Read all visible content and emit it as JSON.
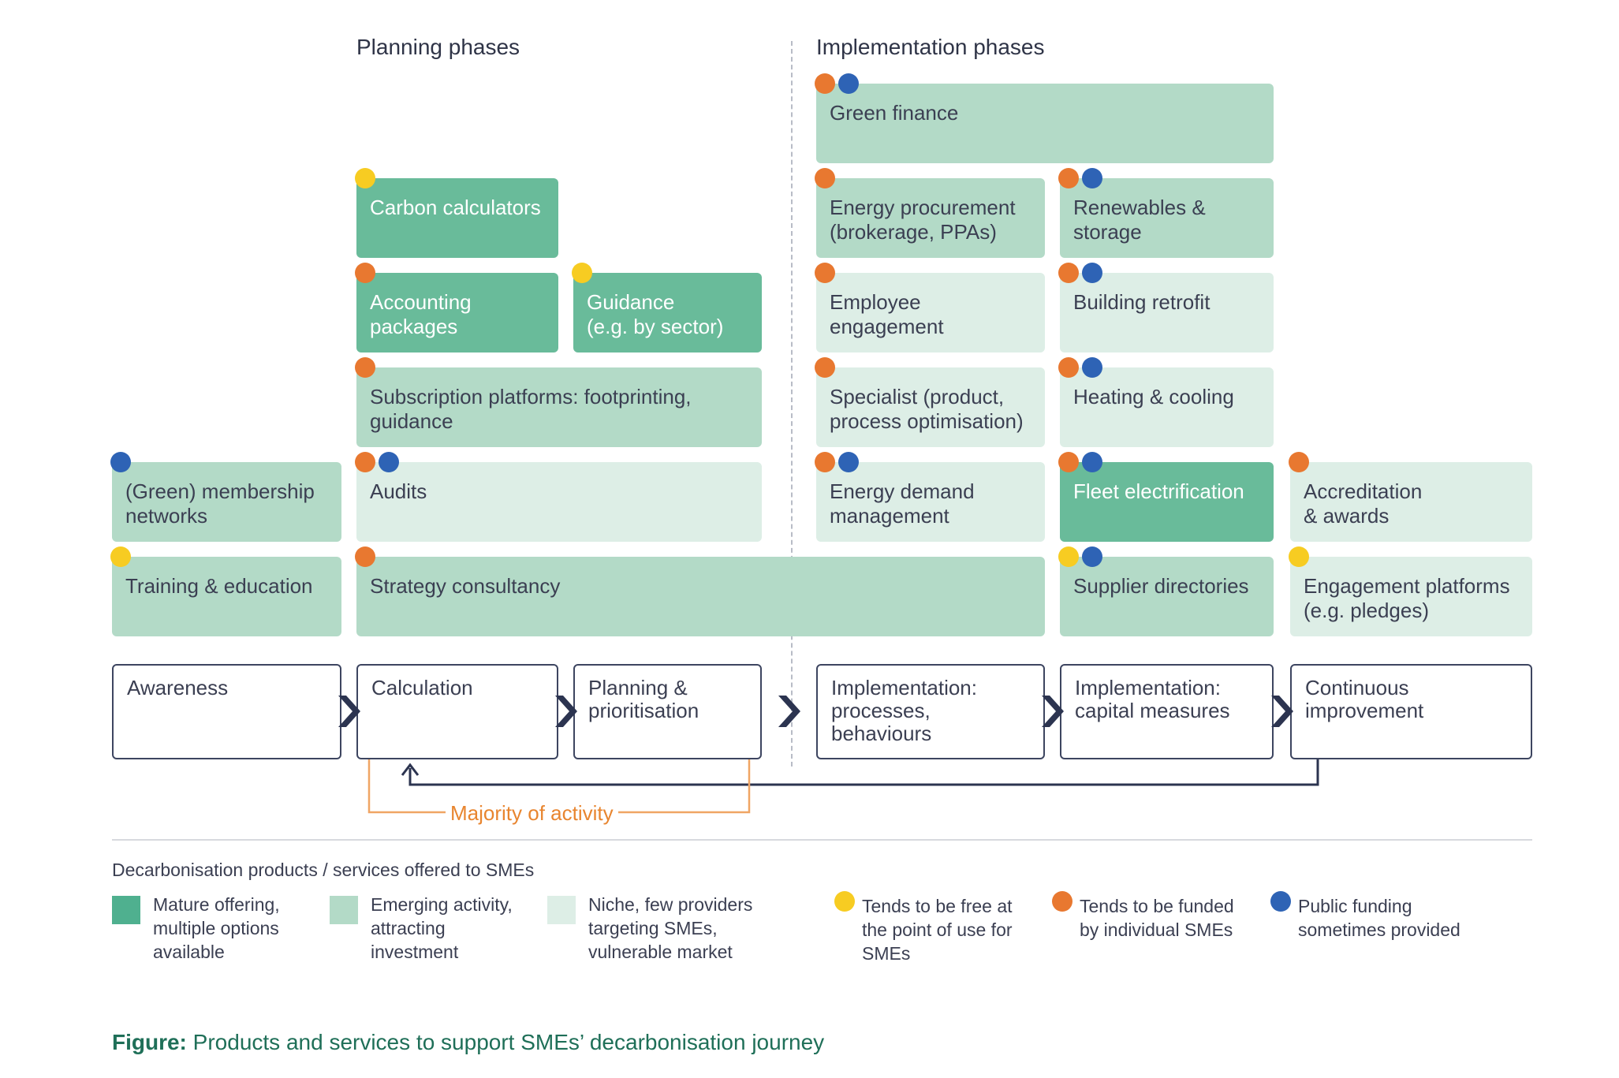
{
  "headers": {
    "planning": "Planning phases",
    "implementation": "Implementation phases"
  },
  "colors": {
    "mature": "#69bb9a",
    "emerging": "#b3dac7",
    "niche": "#ddeee6",
    "yellow": "#f7cc22",
    "orange": "#e87830",
    "blue": "#2e63b5",
    "caption": "#1f6f58"
  },
  "boxes": {
    "green_finance": {
      "label": "Green finance",
      "maturity": "emerging",
      "dots": [
        "orange",
        "blue"
      ]
    },
    "carbon_calculators": {
      "label": "Carbon calculators",
      "maturity": "mature",
      "dots": [
        "yellow"
      ]
    },
    "energy_procurement": {
      "label1": "Energy procurement",
      "label2": "(brokerage, PPAs)",
      "maturity": "emerging",
      "dots": [
        "orange"
      ]
    },
    "renewables": {
      "label1": "Renewables &",
      "label2": "storage",
      "maturity": "emerging",
      "dots": [
        "orange",
        "blue"
      ]
    },
    "accounting": {
      "label1": "Accounting",
      "label2": "packages",
      "maturity": "mature",
      "dots": [
        "orange"
      ]
    },
    "guidance": {
      "label1": "Guidance",
      "label2": "(e.g. by sector)",
      "maturity": "mature",
      "dots": [
        "yellow"
      ]
    },
    "employee": {
      "label1": "Employee",
      "label2": "engagement",
      "maturity": "niche",
      "dots": [
        "orange"
      ]
    },
    "building_retrofit": {
      "label": "Building retrofit",
      "maturity": "niche",
      "dots": [
        "orange",
        "blue"
      ]
    },
    "subscription": {
      "label1": "Subscription platforms: footprinting,",
      "label2": "guidance",
      "maturity": "emerging",
      "dots": [
        "orange"
      ]
    },
    "specialist": {
      "label1": "Specialist (product,",
      "label2": "process optimisation)",
      "maturity": "niche",
      "dots": [
        "orange"
      ]
    },
    "heating": {
      "label": "Heating & cooling",
      "maturity": "niche",
      "dots": [
        "orange",
        "blue"
      ]
    },
    "membership": {
      "label1": "(Green) membership",
      "label2": "networks",
      "maturity": "emerging",
      "dots": [
        "blue"
      ]
    },
    "audits": {
      "label": "Audits",
      "maturity": "niche",
      "dots": [
        "orange",
        "blue"
      ]
    },
    "energy_demand": {
      "label1": "Energy demand",
      "label2": "management",
      "maturity": "niche",
      "dots": [
        "orange",
        "blue"
      ]
    },
    "fleet": {
      "label": "Fleet electrification",
      "maturity": "mature",
      "dots": [
        "orange",
        "blue"
      ]
    },
    "accreditation": {
      "label1": "Accreditation",
      "label2": "& awards",
      "maturity": "niche",
      "dots": [
        "orange"
      ]
    },
    "training": {
      "label": "Training & education",
      "maturity": "emerging",
      "dots": [
        "yellow"
      ]
    },
    "strategy": {
      "label": "Strategy consultancy",
      "maturity": "emerging",
      "dots": [
        "orange"
      ]
    },
    "supplier": {
      "label": "Supplier directories",
      "maturity": "emerging",
      "dots": [
        "yellow",
        "blue"
      ]
    },
    "engagement_platforms": {
      "label1": "Engagement platforms",
      "label2": "(e.g. pledges)",
      "maturity": "niche",
      "dots": [
        "yellow"
      ]
    }
  },
  "stages": {
    "awareness": {
      "label1": "Awareness"
    },
    "calculation": {
      "label1": "Calculation"
    },
    "planning": {
      "label1": "Planning &",
      "label2": "prioritisation"
    },
    "impl_processes": {
      "label1": "Implementation:",
      "label2": "processes,",
      "label3": "behaviours"
    },
    "impl_capital": {
      "label1": "Implementation:",
      "label2": "capital measures"
    },
    "continuous": {
      "label1": "Continuous",
      "label2": "improvement"
    }
  },
  "majority_label": "Majority of activity",
  "legend": {
    "title": "Decarbonisation products / services offered to SMEs",
    "mature": {
      "l1": "Mature offering,",
      "l2": "multiple options",
      "l3": "available"
    },
    "emerging": {
      "l1": "Emerging activity,",
      "l2": "attracting",
      "l3": "investment"
    },
    "niche": {
      "l1": "Niche, few providers",
      "l2": "targeting SMEs,",
      "l3": "vulnerable market"
    },
    "yellow": {
      "l1": "Tends to be free at",
      "l2": "the point of use for",
      "l3": "SMEs"
    },
    "orange": {
      "l1": "Tends to be funded",
      "l2": "by individual SMEs"
    },
    "blue": {
      "l1": "Public funding",
      "l2": "sometimes provided"
    }
  },
  "caption": {
    "prefix": "Figure:",
    "text": "Products and services to support SMEs’ decarbonisation journey"
  }
}
